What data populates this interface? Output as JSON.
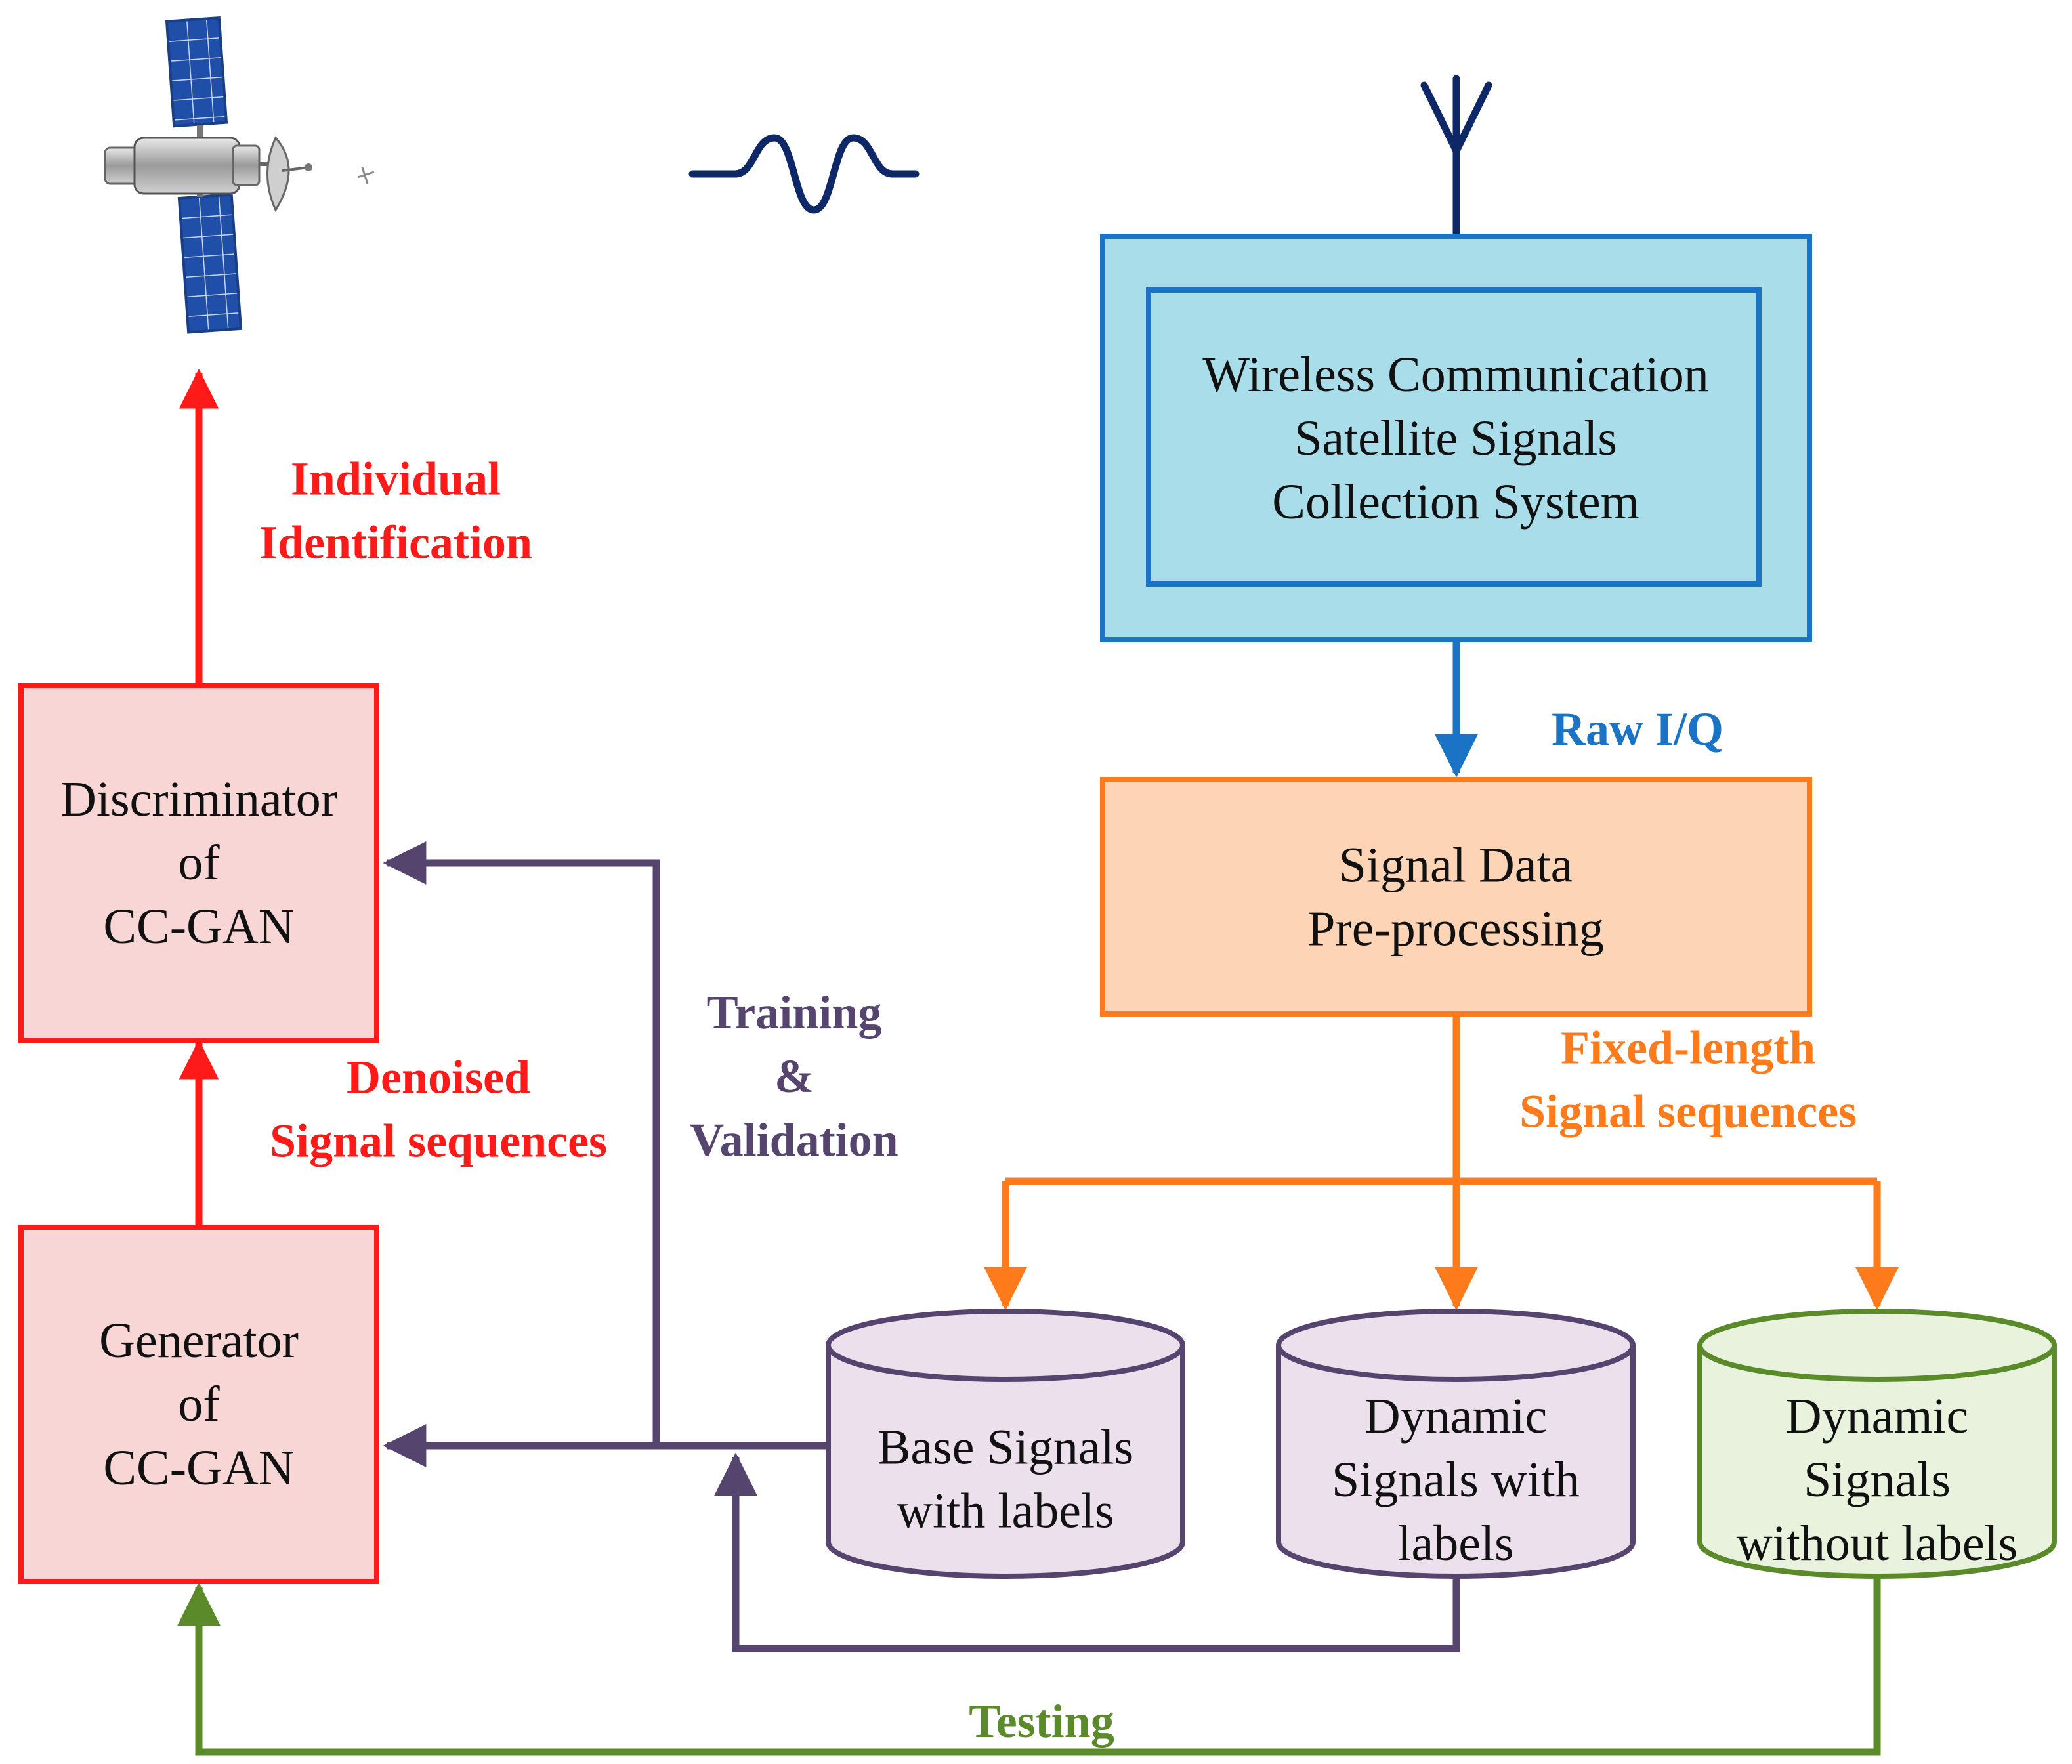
{
  "colors": {
    "red": "#ff1a1a",
    "purple": "#55446e",
    "orange": "#ff7a1a",
    "blue": "#1a73c4",
    "green": "#5a8a2a",
    "navy": "#0e2766",
    "cyan_fill": "#a8dde9",
    "peach_fill": "#fdd5b6",
    "pink_fill": "#f9d6d6",
    "lavender_fill": "#ece0ec",
    "green_fill": "#e9f2dc"
  },
  "icons": {
    "satellite": "satellite-icon",
    "wave": "sine-wave-icon",
    "antenna": "antenna-icon"
  },
  "nodes": {
    "collection_system": [
      "Wireless Communication",
      "Satellite Signals",
      "Collection System"
    ],
    "preprocessing": [
      "Signal Data",
      "Pre-processing"
    ],
    "discriminator": [
      "Discriminator",
      "of",
      "CC-GAN"
    ],
    "generator": [
      "Generator",
      "of",
      "CC-GAN"
    ],
    "base_signals": [
      "Base Signals",
      "with labels"
    ],
    "dynamic_with_labels": [
      "Dynamic",
      "Signals with",
      "labels"
    ],
    "dynamic_without_labels": [
      "Dynamic",
      "Signals",
      "without labels"
    ]
  },
  "labels": {
    "individual_identification": [
      "Individual",
      "Identification"
    ],
    "raw_iq": [
      "Raw I/Q"
    ],
    "fixed_length": [
      "Fixed-length",
      "Signal sequences"
    ],
    "denoised": [
      "Denoised",
      "Signal sequences"
    ],
    "training": [
      "Training",
      "&",
      "Validation"
    ],
    "testing": [
      "Testing"
    ]
  }
}
